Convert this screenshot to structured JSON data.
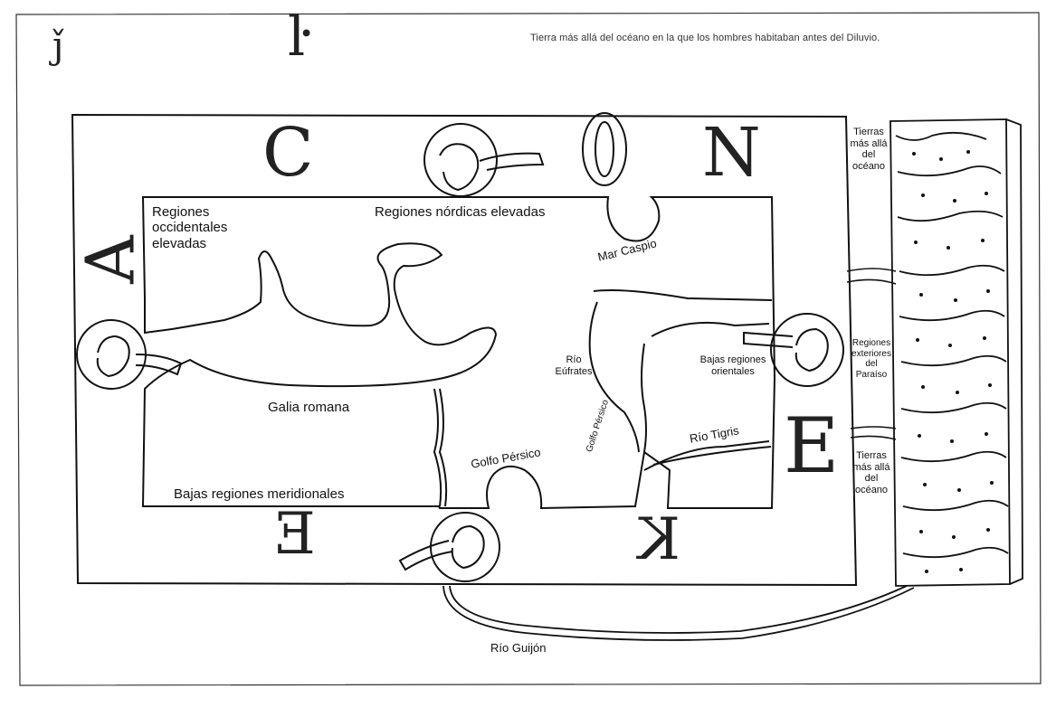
{
  "caption": "Tierra más allá del océano en la que los hombres habitaban antes del Diluvio.",
  "corner_marks": {
    "left": "ǰ",
    "top": "ŀ"
  },
  "regions": {
    "western": "Regiones occidentales elevadas",
    "northern": "Regiones nórdicas elevadas",
    "caspian": "Mar Caspio",
    "gaul": "Galia romana",
    "southern": "Bajas regiones meridionales",
    "persian_gulf_south": "Golfo Pérsico",
    "persian_gulf_vertical": "Golfo Pérsico",
    "euphrates": "Río Eúfrates",
    "eastern": "Bajas regiones orientales",
    "tigris": "Río Tigris",
    "gihon": "Río Guijón"
  },
  "outer_lands": {
    "top": "Tierras más allá del océano",
    "middle": "Regiones exteriores del Paraíso",
    "bottom": "Tierras más allá del océano"
  },
  "border_letters": {
    "north": [
      "C",
      "O",
      "N"
    ],
    "west": [
      "A"
    ],
    "east": [
      "E"
    ],
    "south": [
      "E",
      "K"
    ]
  }
}
